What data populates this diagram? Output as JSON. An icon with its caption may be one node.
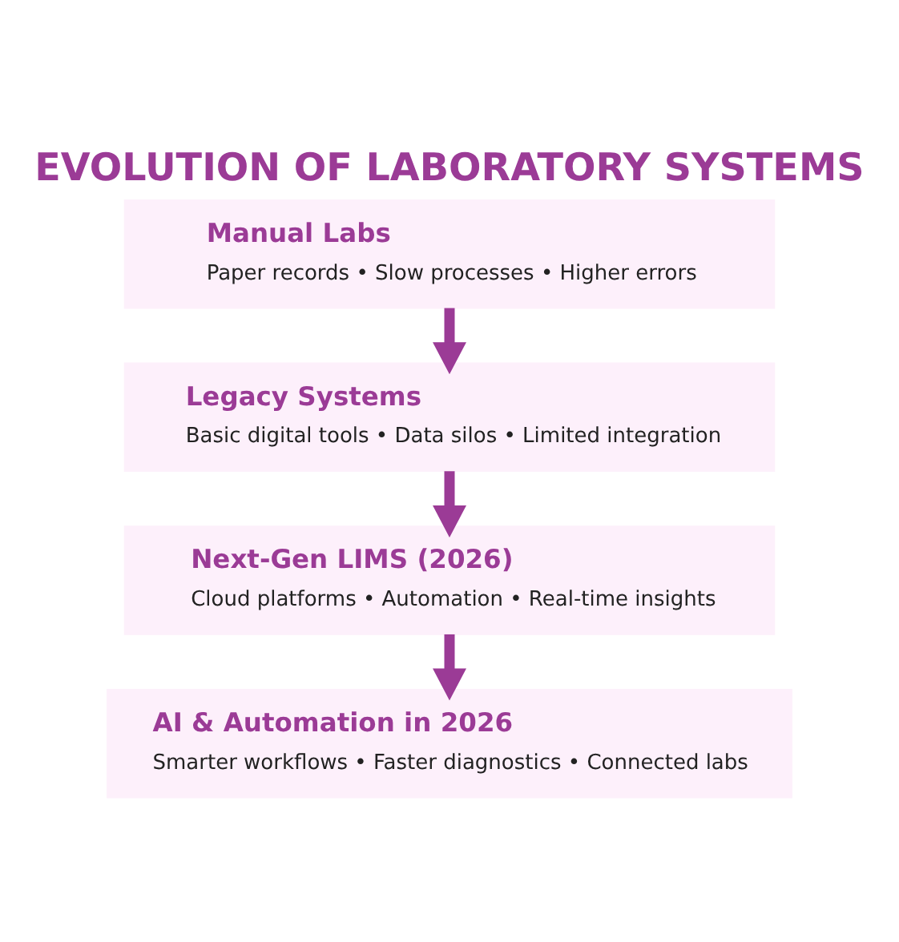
{
  "diagram": {
    "title": "EVOLUTION OF LABORATORY SYSTEMS",
    "nodes": [
      {
        "text": [
          "Manual Labs",
          "Paper records • Slow processes • Higher errors"
        ]
      },
      {
        "text": [
          "Legacy Systems",
          "Basic digital tools • Data silos • Limited integration"
        ]
      },
      {
        "text": [
          "Next-Gen LIMS (2026)",
          "Cloud platforms • Automation • Real-time insights"
        ]
      },
      {
        "text": [
          "AI & Automation in 2026",
          "Smarter workflows • Faster diagnostics • Connected labs"
        ]
      }
    ],
    "edges": [
      {
        "from": 0,
        "to": 1,
        "arrow": "to"
      },
      {
        "from": 1,
        "to": 2,
        "arrow": "to"
      },
      {
        "from": 2,
        "to": 3,
        "arrow": "to"
      }
    ]
  }
}
